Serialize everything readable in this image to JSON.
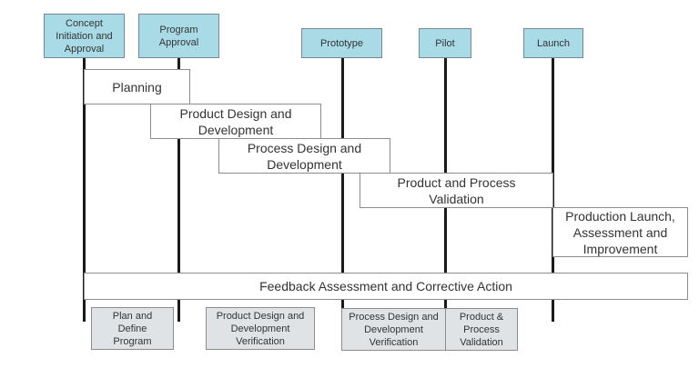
{
  "milestones": [
    "Concept Initiation and Approval",
    "Program Approval",
    "Prototype",
    "Pilot",
    "Launch"
  ],
  "phases": [
    "Planning",
    "Product Design and Development",
    "Process Design and Development",
    "Product and Process Validation",
    "Production Launch, Assessment and Improvement"
  ],
  "feedback": "Feedback Assessment and Corrective Action",
  "verifications": [
    "Plan and Define Program",
    "Product Design and Development Verification",
    "Process Design and Development Verification",
    "Product & Process Validation"
  ],
  "colors": {
    "milestone_fill": "#a9dbe7",
    "verification_fill": "#dfe3e6"
  }
}
